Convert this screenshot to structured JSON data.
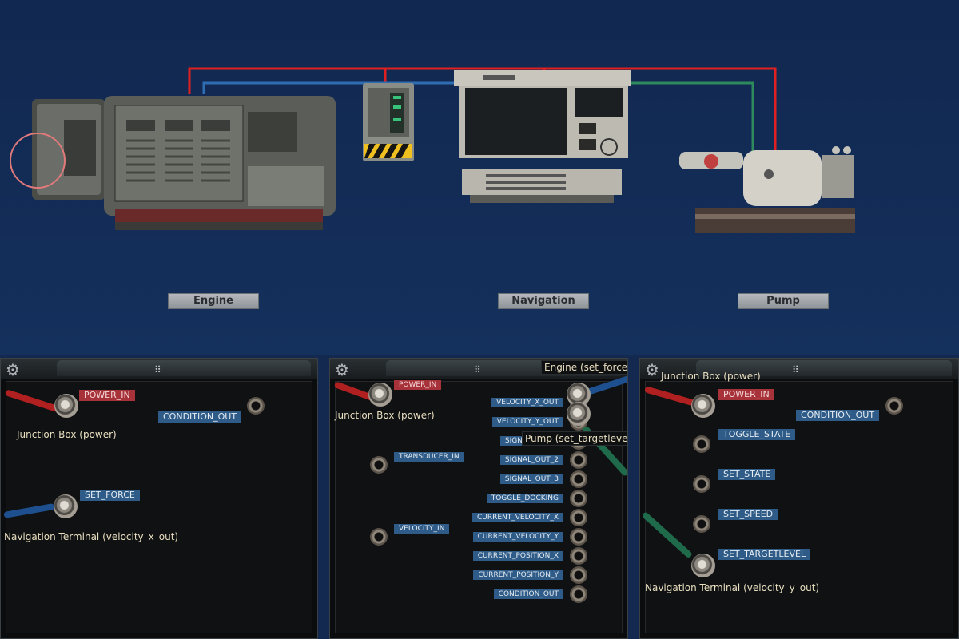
{
  "scene": {
    "devices": [
      {
        "id": "engine",
        "label": "Engine"
      },
      {
        "id": "navigation",
        "label": "Navigation"
      },
      {
        "id": "pump",
        "label": "Pump"
      }
    ],
    "wire_colors": {
      "power": "#e02020",
      "signal_blue": "#2f6db3",
      "signal_green": "#2e8a5c"
    }
  },
  "panels": [
    {
      "title_dots": "⠿",
      "ports": {
        "power_in": "POWER_IN",
        "condition_out": "CONDITION_OUT",
        "set_force": "SET_FORCE"
      },
      "connections": {
        "power": "Junction Box (power)",
        "force": "Navigation Terminal (velocity_x_out)"
      }
    },
    {
      "title_dots": "⠿",
      "ports": {
        "power_in": "POWER_IN",
        "transducer_in": "TRANSDUCER_IN",
        "velocity_in": "VELOCITY_IN",
        "outputs": [
          "VELOCITY_X_OUT",
          "VELOCITY_Y_OUT",
          "SIGNAL_OUT_1",
          "SIGNAL_OUT_2",
          "SIGNAL_OUT_3",
          "TOGGLE_DOCKING",
          "CURRENT_VELOCITY_X",
          "CURRENT_VELOCITY_Y",
          "CURRENT_POSITION_X",
          "CURRENT_POSITION_Y",
          "CONDITION_OUT"
        ]
      },
      "connections": {
        "power": "Junction Box (power)",
        "engine": "Engine (set_force)",
        "pump": "Pump (set_targetlevel)"
      }
    },
    {
      "title_dots": "⠿",
      "ports": {
        "power_in": "POWER_IN",
        "condition_out": "CONDITION_OUT",
        "toggle_state": "TOGGLE_STATE",
        "set_state": "SET_STATE",
        "set_speed": "SET_SPEED",
        "set_targetlevel": "SET_TARGETLEVEL"
      },
      "connections": {
        "power": "Junction Box (power)",
        "level": "Navigation Terminal (velocity_y_out)"
      }
    }
  ]
}
